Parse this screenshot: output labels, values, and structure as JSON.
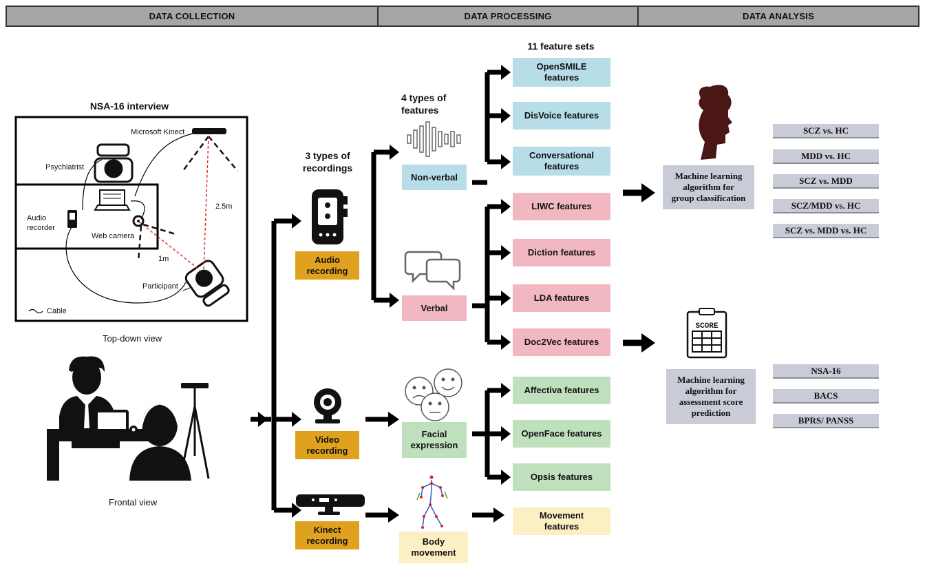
{
  "headers": {
    "collection": "DATA COLLECTION",
    "processing": "DATA PROCESSING",
    "analysis": "DATA ANALYSIS"
  },
  "collection": {
    "title": "NSA-16 interview",
    "room_labels": {
      "kinect": "Microsoft Kinect",
      "psychiatrist": "Psychiatrist",
      "audio_recorder": "Audio\nrecorder",
      "web_camera": "Web camera",
      "distance_far": "2.5m",
      "distance_near": "1m",
      "participant": "Participant",
      "cable": "Cable"
    },
    "topdown_caption": "Top-down view",
    "frontal_caption": "Frontal view"
  },
  "recordings": {
    "heading": "3 types of\nrecordings",
    "audio": "Audio\nrecording",
    "video": "Video\nrecording",
    "kinect": "Kinect\nrecording"
  },
  "features": {
    "types_heading": "4 types of\nfeatures",
    "nonverbal": "Non-verbal",
    "verbal": "Verbal",
    "facial": "Facial\nexpression",
    "body": "Body\nmovement"
  },
  "feature_sets": {
    "heading": "11 feature sets",
    "opensmile": "OpenSMILE\nfeatures",
    "disvoice": "DisVoice features",
    "conversational": "Conversational\nfeatures",
    "liwc": "LIWC features",
    "diction": "Diction features",
    "lda": "LDA features",
    "doc2vec": "Doc2Vec features",
    "affectiva": "Affectiva features",
    "openface": "OpenFace features",
    "opsis": "Opsis features",
    "movement": "Movement\nfeatures"
  },
  "analysis": {
    "classification": "Machine learning\nalgorithm for\ngroup classification",
    "prediction": "Machine learning\nalgorithm for\nassessment score\nprediction",
    "score_icon_text": "SCORE",
    "classification_results": [
      "SCZ vs. HC",
      "MDD vs. HC",
      "SCZ vs. MDD",
      "SCZ/MDD vs. HC",
      "SCZ vs. MDD vs. HC"
    ],
    "prediction_results": [
      "NSA-16",
      "BACS",
      "BPRS/ PANSS"
    ]
  },
  "colors": {
    "header_bg": "#a6a6a6",
    "recording": "#e0a21e",
    "nonverbal": "#b7dde8",
    "verbal": "#f2b8c2",
    "facial": "#bfe0bd",
    "body": "#fcefc4",
    "analysis": "#c9ccd6"
  }
}
